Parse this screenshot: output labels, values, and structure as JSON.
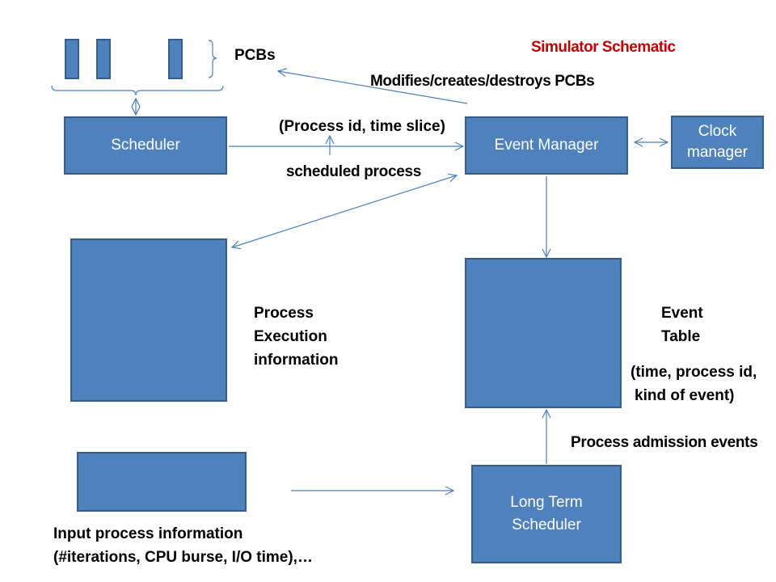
{
  "title": "Simulator Schematic",
  "colors": {
    "box_fill": "#4f81bd",
    "box_border": "#385d8a",
    "arrow": "#4a7ebb",
    "title": "#c00000"
  },
  "labels": {
    "pcbs": "PCBs",
    "modifies": "Modifies/creates/destroys PCBs",
    "process_slice": "(Process id, time slice)",
    "scheduled_process": "scheduled process",
    "process_exec": [
      "Process",
      "Execution",
      "information"
    ],
    "event_table": [
      "Event",
      "Table"
    ],
    "event_tuple": [
      "(time, process id,",
      "kind of event)"
    ],
    "admission": "Process admission events",
    "input_info": [
      "Input process information",
      "(#iterations, CPU burse, I/O time),…"
    ]
  },
  "boxes": {
    "scheduler": "Scheduler",
    "event_manager": "Event Manager",
    "clock_manager": [
      "Clock",
      "manager"
    ],
    "long_term": [
      "Long Term",
      "Scheduler"
    ]
  }
}
